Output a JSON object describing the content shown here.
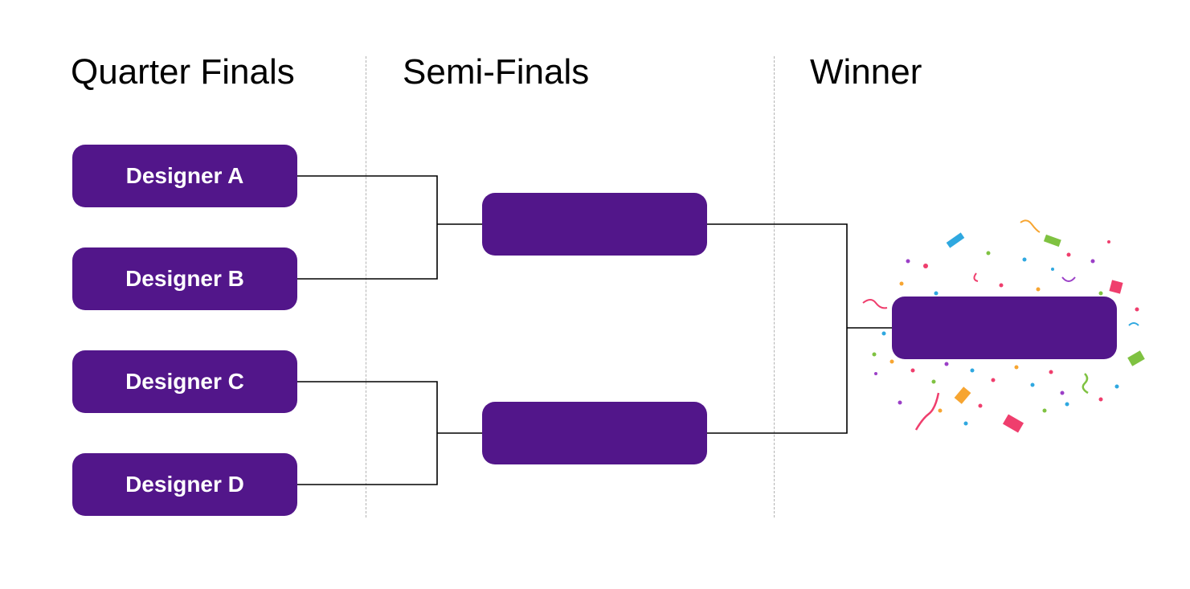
{
  "rounds": {
    "quarter_finals": {
      "title": "Quarter Finals",
      "slots": [
        "Designer A",
        "Designer B",
        "Designer C",
        "Designer D"
      ]
    },
    "semi_finals": {
      "title": "Semi-Finals",
      "slots": [
        "",
        ""
      ]
    },
    "winner": {
      "title": "Winner",
      "slot": ""
    }
  },
  "colors": {
    "slot_fill": "#52168a",
    "slot_text": "#ffffff",
    "connector": "#000000",
    "divider": "#b3b3b3"
  },
  "decorations": {
    "winner_effect": "confetti-icon"
  }
}
